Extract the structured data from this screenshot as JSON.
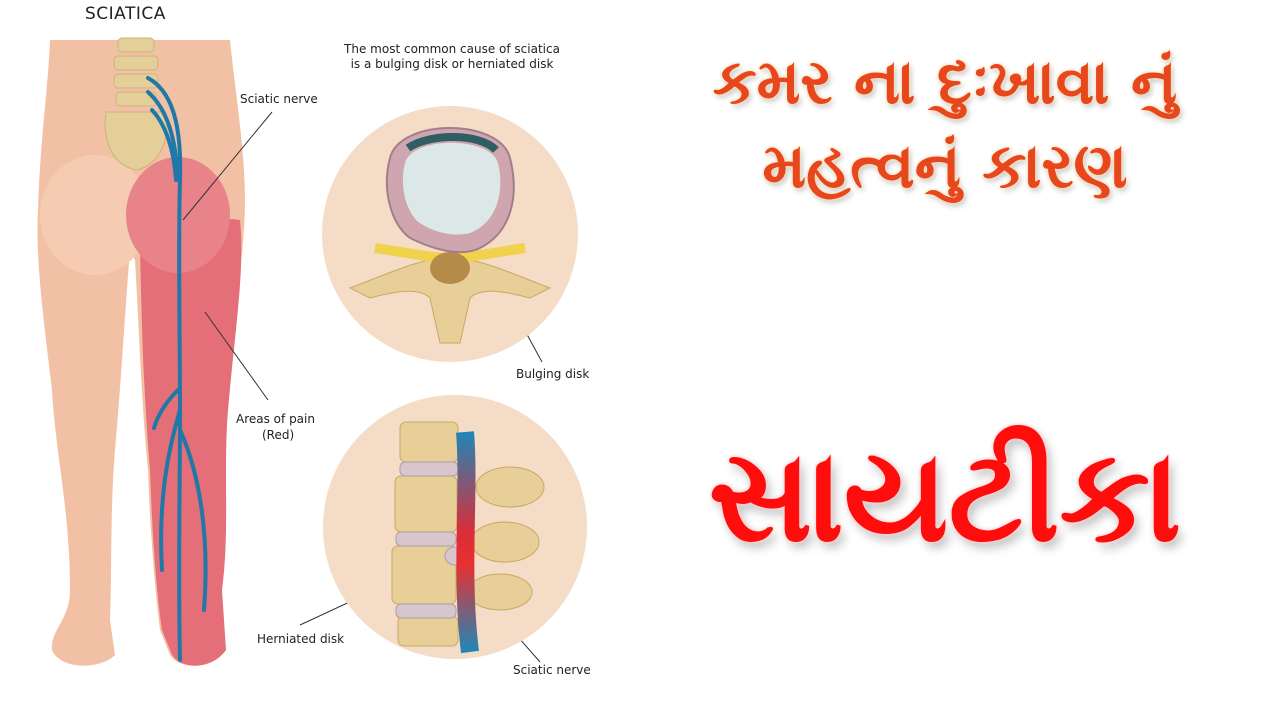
{
  "illustration": {
    "title": "SCIATICA",
    "caption_line1": "The most common cause of sciatica",
    "caption_line2": "is a bulging disk or herniated disk",
    "labels": {
      "sciatic_nerve_top": "Sciatic nerve",
      "areas_of_pain_line1": "Areas of pain",
      "areas_of_pain_line2": "(Red)",
      "bulging_disk": "Bulging disk",
      "herniated_disk": "Herniated disk",
      "sciatic_nerve_bottom": "Sciatic nerve"
    }
  },
  "headline": {
    "line1": "કમર ના દુઃખાવા નું",
    "line2": "મહત્વનું કારણ",
    "main": "સાયટીકા"
  },
  "colors": {
    "headline_orange": "#e8461c",
    "main_red": "#ff0c0c",
    "skin": "#f2c1a5",
    "pain_red": "#e46f78",
    "nerve_blue": "#1f78a8",
    "circle_bg": "#f5dcc6",
    "bone": "#e7cf97"
  }
}
